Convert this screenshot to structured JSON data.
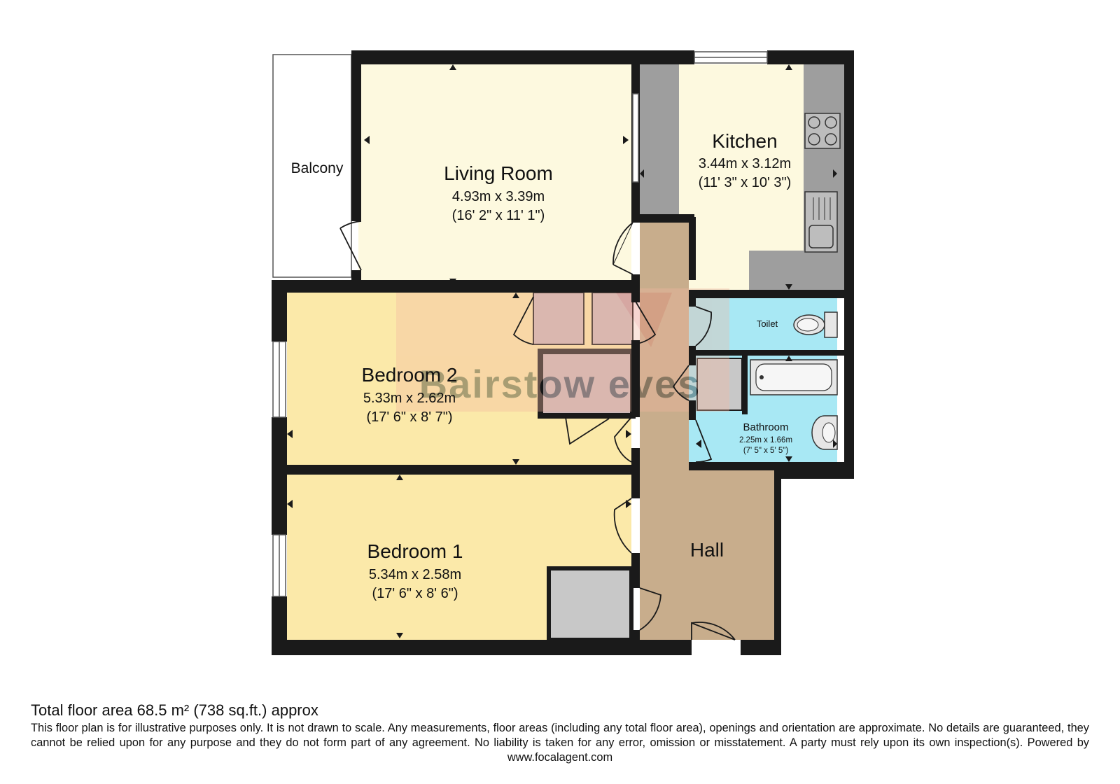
{
  "rooms": {
    "balcony": {
      "name": "Balcony"
    },
    "living_room": {
      "name": "Living Room",
      "metric": "4.93m x 3.39m",
      "imperial": "(16' 2\" x 11' 1\")"
    },
    "kitchen": {
      "name": "Kitchen",
      "metric": "3.44m x 3.12m",
      "imperial": "(11' 3\" x 10' 3\")"
    },
    "toilet": {
      "name": "Toilet"
    },
    "bathroom": {
      "name": "Bathroom",
      "metric": "2.25m x 1.66m",
      "imperial": "(7' 5\" x 5' 5\")"
    },
    "bedroom_2": {
      "name": "Bedroom 2",
      "metric": "5.33m x 2.62m",
      "imperial": "(17' 6\" x 8' 7\")"
    },
    "bedroom_1": {
      "name": "Bedroom 1",
      "metric": "5.34m x 2.58m",
      "imperial": "(17' 6\" x 8' 6\")"
    },
    "hall": {
      "name": "Hall"
    }
  },
  "watermark": {
    "text": "Bairstow eves"
  },
  "colors": {
    "wall": "#1a1a1a",
    "living": "#fdf9df",
    "kitchen": "#fdf9df",
    "bedroom": "#fbe9a9",
    "hall": "#c8ad8c",
    "wet_room": "#a8e8f4",
    "cupboard": "#cdb8b8",
    "worktop": "#9e9e9e"
  },
  "footer": {
    "total_area": "Total floor area 68.5 m² (738 sq.ft.) approx",
    "disclaimer": "This floor plan is for illustrative purposes only. It is not drawn to scale. Any measurements, floor areas (including any total floor area), openings and orientation are approximate. No details are guaranteed, they cannot be relied upon for any purpose and they do not form part of any agreement. No liability is taken for any error, omission or misstatement. A party must rely upon its own inspection(s). Powered by www.focalagent.com"
  }
}
